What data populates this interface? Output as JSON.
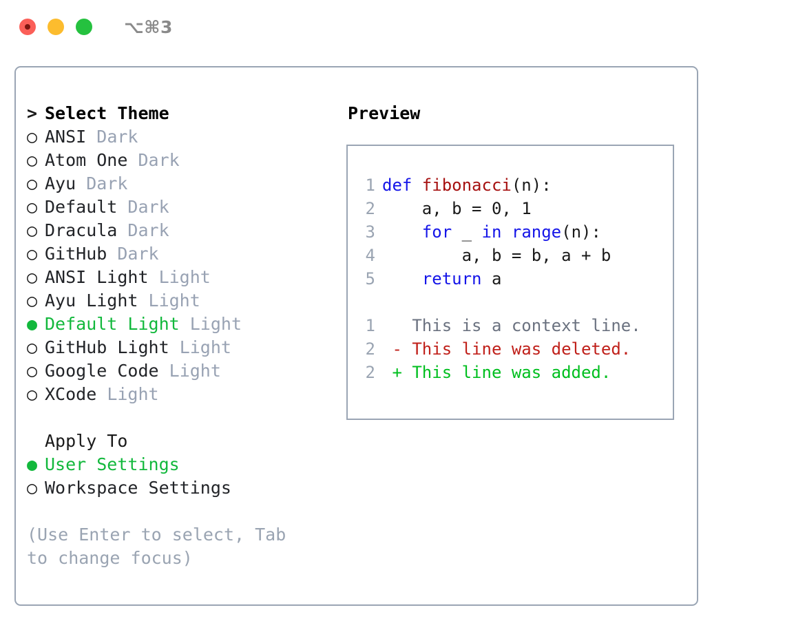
{
  "titlebar": {
    "shortcut": "⌥⌘3",
    "buttons": [
      {
        "name": "close",
        "color": "#fb5f58"
      },
      {
        "name": "minimize",
        "color": "#fcbc2e"
      },
      {
        "name": "zoom",
        "color": "#25c13f"
      }
    ]
  },
  "theme_list": {
    "header": "Select Theme",
    "header_prefix": ">",
    "marker_unselected": "○",
    "marker_selected": "●",
    "items": [
      {
        "label": "ANSI",
        "badge": "Dark",
        "selected": false
      },
      {
        "label": "Atom One",
        "badge": "Dark",
        "selected": false
      },
      {
        "label": "Ayu",
        "badge": "Dark",
        "selected": false
      },
      {
        "label": "Default",
        "badge": "Dark",
        "selected": false
      },
      {
        "label": "Dracula",
        "badge": "Dark",
        "selected": false
      },
      {
        "label": "GitHub",
        "badge": "Dark",
        "selected": false
      },
      {
        "label": "ANSI Light",
        "badge": "Light",
        "selected": false
      },
      {
        "label": "Ayu Light",
        "badge": "Light",
        "selected": false
      },
      {
        "label": "Default Light",
        "badge": "Light",
        "selected": true
      },
      {
        "label": "GitHub Light",
        "badge": "Light",
        "selected": false
      },
      {
        "label": "Google Code",
        "badge": "Light",
        "selected": false
      },
      {
        "label": "XCode",
        "badge": "Light",
        "selected": false
      }
    ]
  },
  "apply_to": {
    "header": "Apply To",
    "items": [
      {
        "label": "User Settings",
        "selected": true
      },
      {
        "label": "Workspace Settings",
        "selected": false
      }
    ]
  },
  "hint": "(Use Enter to select, Tab to change focus)",
  "preview": {
    "title": "Preview",
    "code_lines": [
      {
        "num": "1",
        "tokens": [
          {
            "text": "def ",
            "type": "kw"
          },
          {
            "text": "fibonacci",
            "type": "fn"
          },
          {
            "text": "(n):",
            "type": "plain"
          }
        ]
      },
      {
        "num": "2",
        "tokens": [
          {
            "text": "    a, b = 0, 1",
            "type": "plain"
          }
        ]
      },
      {
        "num": "3",
        "tokens": [
          {
            "text": "    ",
            "type": "plain"
          },
          {
            "text": "for",
            "type": "kw"
          },
          {
            "text": " _ ",
            "type": "plain"
          },
          {
            "text": "in",
            "type": "kw"
          },
          {
            "text": " ",
            "type": "plain"
          },
          {
            "text": "range",
            "type": "kw"
          },
          {
            "text": "(n):",
            "type": "plain"
          }
        ]
      },
      {
        "num": "4",
        "tokens": [
          {
            "text": "        a, b = b, a + b",
            "type": "plain"
          }
        ]
      },
      {
        "num": "5",
        "tokens": [
          {
            "text": "    ",
            "type": "plain"
          },
          {
            "text": "return",
            "type": "kw"
          },
          {
            "text": " a",
            "type": "plain"
          }
        ]
      }
    ],
    "diff_lines": [
      {
        "num": "1",
        "sign": " ",
        "text": "This is a context line.",
        "type": "ctx"
      },
      {
        "num": "2",
        "sign": "-",
        "text": "This line was deleted.",
        "type": "del"
      },
      {
        "num": "2",
        "sign": "+",
        "text": "This line was added.",
        "type": "add"
      }
    ]
  },
  "colors": {
    "accent_green": "#12b83c",
    "badge_grey": "#98a2b3",
    "border": "#9aa5b4",
    "keyword_blue": "#1515e8",
    "function_red": "#a61111",
    "diff_delete": "#c0201a",
    "diff_add": "#00bf1f"
  }
}
